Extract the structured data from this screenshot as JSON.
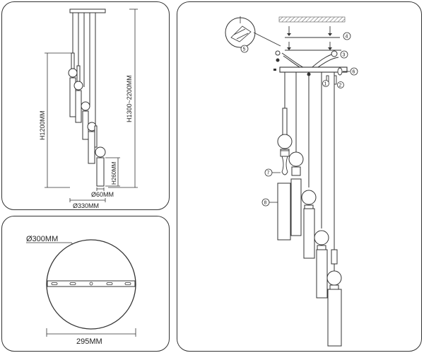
{
  "dimensions": {
    "height_total": "H1300~2200MM",
    "height_drop": "H1200MM",
    "height_shade": "H260MM",
    "diameter_shade": "Ø60MM",
    "diameter_spread": "Ø330MM"
  },
  "plate": {
    "diameter": "Ø300MM",
    "width": "295MM"
  },
  "assembly": {
    "callouts": [
      "1",
      "2",
      "3",
      "4",
      "5",
      "6",
      "7",
      "8"
    ]
  }
}
